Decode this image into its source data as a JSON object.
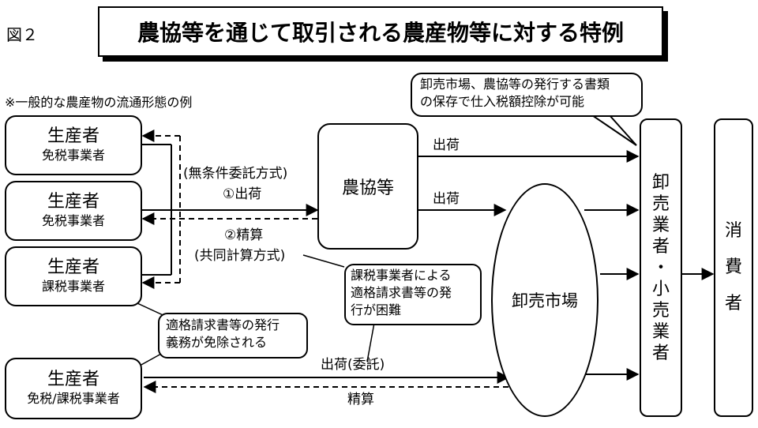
{
  "figure_label": "図２",
  "title": "農協等を通じて取引される農産物等に対する特例",
  "note": "※一般的な農産物の流通形態の例",
  "producers": [
    {
      "name": "生産者",
      "type": "免税事業者"
    },
    {
      "name": "生産者",
      "type": "免税事業者"
    },
    {
      "name": "生産者",
      "type": "課税事業者"
    },
    {
      "name": "生産者",
      "type": "免税/課税事業者"
    }
  ],
  "nokyo": "農協等",
  "market": "卸売市場",
  "wholesaler": [
    "卸",
    "売",
    "業",
    "者",
    "・",
    "小",
    "売",
    "業",
    "者"
  ],
  "consumer": [
    "消",
    "費",
    "者"
  ],
  "labels": {
    "consign_method": "(無条件委託方式)",
    "ship1": "①出荷",
    "settle2": "②精算",
    "joint_calc": "(共同計算方式)",
    "ship_top": "出荷",
    "ship_mid": "出荷",
    "ship_consign": "出荷(委託)",
    "settle_bottom": "精算"
  },
  "callouts": {
    "top_line1": "卸売市場、農協等の発行する書類",
    "top_line2": "の保存で仕入税額控除が可能",
    "taxable_line1": "課税事業者による",
    "taxable_line2": "適格請求書等の発",
    "taxable_line3": "行が困難",
    "exempt_line1": "適格請求書等の発行",
    "exempt_line2": "義務が免除される"
  }
}
